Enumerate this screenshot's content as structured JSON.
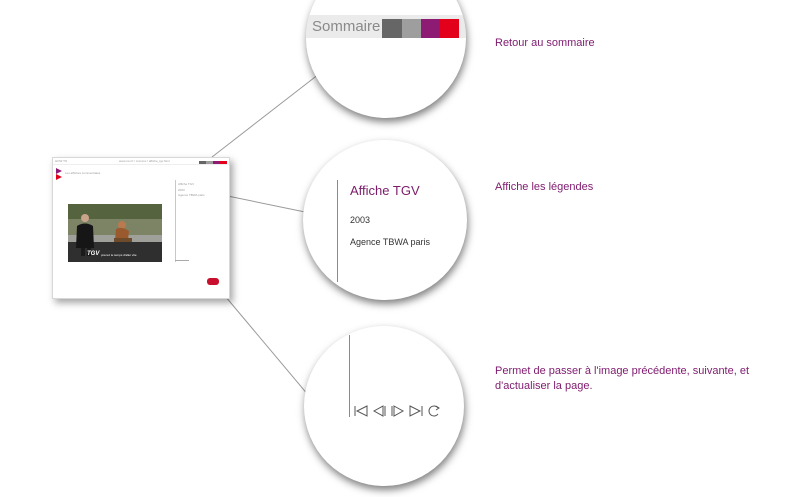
{
  "colors": {
    "accent": "#7e1a6e",
    "swatches": [
      "#666666",
      "#9e9e9e",
      "#8e1b73",
      "#e3001b"
    ],
    "sncf_red": "#c8102e"
  },
  "thumbnail": {
    "header_left": "HOW TO",
    "header_center": "www.xxx.fr / xxxxxxx / affiche_tgv.html",
    "site_label": "Les affiches commerciales",
    "legend_lines": [
      "Affiche TGV",
      "2003",
      "Agence TBWA paris"
    ],
    "photo_caption": "TGV",
    "photo_tagline": "prenez le temps d'aller vite"
  },
  "sommaire": {
    "label": "Sommaire"
  },
  "legend": {
    "title": "Affiche TGV",
    "year": "2003",
    "agency": "Agence TBWA paris"
  },
  "nav": {
    "icons": [
      "first-icon",
      "previous-icon",
      "next-icon",
      "last-icon",
      "refresh-icon"
    ]
  },
  "annotations": {
    "sommaire": "Retour au sommaire",
    "legend": "Affiche les légendes",
    "nav": "Permet de passer à l'image précédente, suivante, et d'actualiser la page."
  }
}
